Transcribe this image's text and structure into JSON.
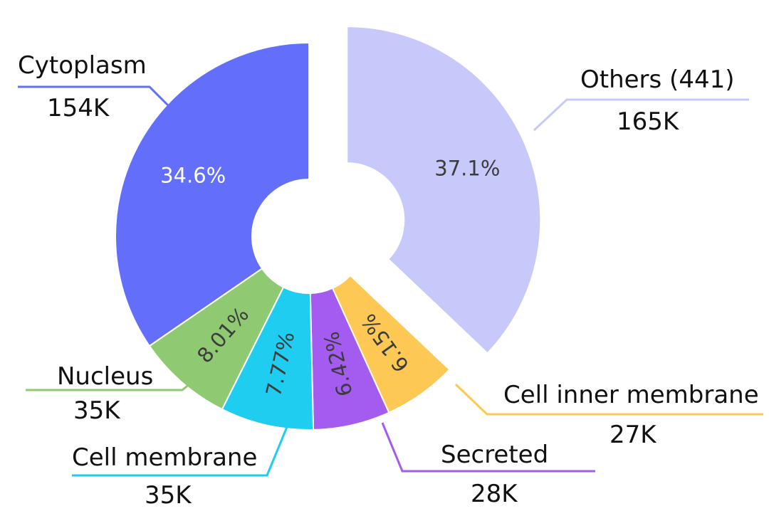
{
  "chart_data": {
    "type": "pie",
    "donut": true,
    "legend": "none",
    "slices": [
      {
        "name": "Others (441)",
        "value_label": "165K",
        "percent": 37.1,
        "pct_label": "37.1%",
        "color": "#c8c9fb",
        "text_color": "#3c3c3c",
        "exploded": true
      },
      {
        "name": "Cell inner membrane",
        "value_label": "27K",
        "percent": 6.15,
        "pct_label": "6.15%",
        "color": "#fdc853",
        "text_color": "#3c3c3c",
        "exploded": false
      },
      {
        "name": "Secreted",
        "value_label": "28K",
        "percent": 6.42,
        "pct_label": "6.42%",
        "color": "#a35bf0",
        "text_color": "#3c3c3c",
        "exploded": false
      },
      {
        "name": "Cell membrane",
        "value_label": "35K",
        "percent": 7.77,
        "pct_label": "7.77%",
        "color": "#1fcdf0",
        "text_color": "#3c3c3c",
        "exploded": false
      },
      {
        "name": "Nucleus",
        "value_label": "35K",
        "percent": 8.01,
        "pct_label": "8.01%",
        "color": "#8fca72",
        "text_color": "#3c3c3c",
        "exploded": false
      },
      {
        "name": "Cytoplasm",
        "value_label": "154K",
        "percent": 34.6,
        "pct_label": "34.6%",
        "color": "#636ffa",
        "text_color": "#ffffff",
        "exploded": false
      }
    ]
  }
}
